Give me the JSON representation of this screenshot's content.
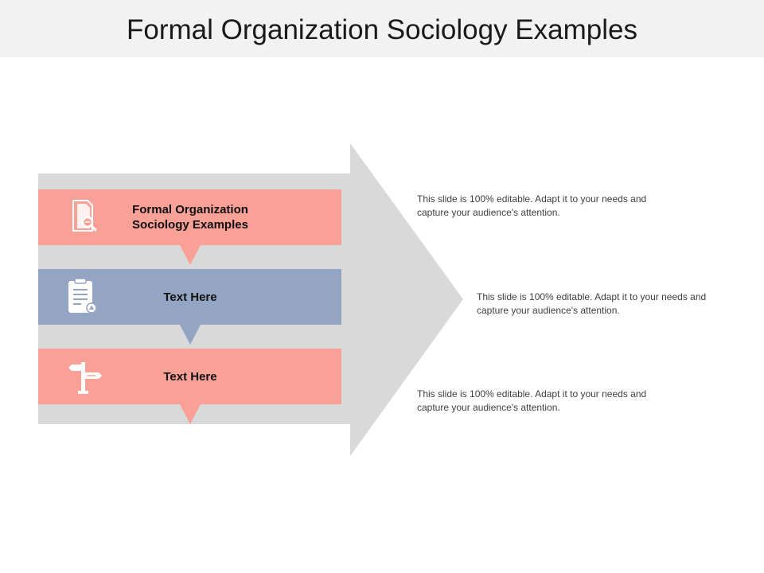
{
  "slide": {
    "title": "Formal Organization Sociology Examples"
  },
  "colors": {
    "title_bar": "#f2f2f2",
    "arrow": "#d9d9d9",
    "salmon": "#f9a097",
    "blue": "#94a4c3",
    "icon": "#ffffff"
  },
  "steps": [
    {
      "label": "Formal Organization Sociology Examples",
      "icon": "document-search-icon",
      "color": "salmon",
      "description": "This slide is 100% editable. Adapt it to your needs and capture your audience's attention."
    },
    {
      "label": "Text Here",
      "icon": "clipboard-icon",
      "color": "blue",
      "description": "This slide is 100% editable. Adapt it to your needs and capture your audience's attention."
    },
    {
      "label": "Text Here",
      "icon": "signpost-icon",
      "color": "salmon",
      "description": "This slide is 100% editable. Adapt it to your needs and capture your audience's attention."
    }
  ]
}
